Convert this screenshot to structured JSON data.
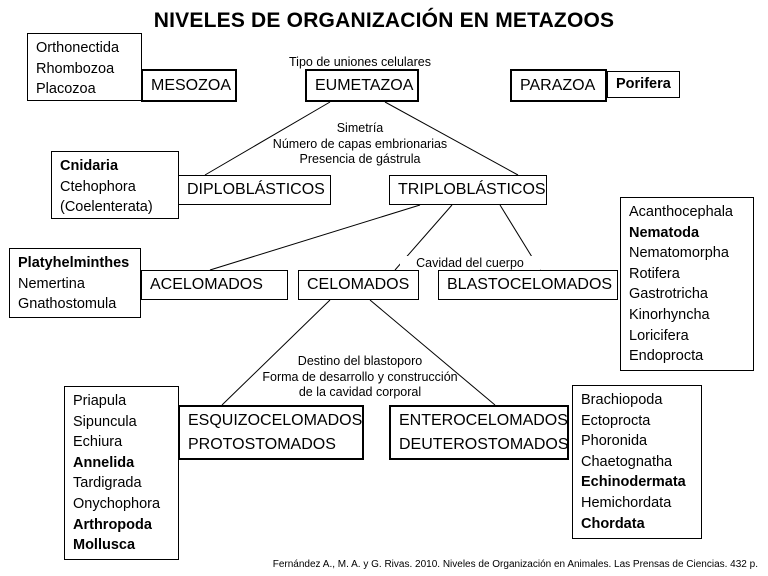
{
  "title": "NIVELES DE ORGANIZACIÓN EN METAZOOS",
  "nodes": {
    "mesozoa": "MESOZOA",
    "eumetazoa": "EUMETAZOA",
    "parazoa": "PARAZOA",
    "diploblasticos": "DIPLOBLÁSTICOS",
    "triploblasticos": "TRIPLOBLÁSTICOS",
    "acelomados": "ACELOMADOS",
    "celomados": "CELOMADOS",
    "blastocelomados": "BLASTOCELOMADOS",
    "esquizocelomados": [
      "ESQUIZOCELOMADOS",
      "PROTOSTOMADOS"
    ],
    "enterocelomados": [
      "ENTEROCELOMADOS",
      "DEUTEROSTOMADOS"
    ]
  },
  "notes": {
    "uniones": "Tipo de uniones celulares",
    "simetria": [
      "Simetría",
      "Número de capas embrionarias",
      "Presencia de gástrula"
    ],
    "cavidad": "Cavidad del cuerpo",
    "blastoporo": [
      "Destino del blastoporo",
      "Forma de desarrollo y construcción",
      "de  la cavidad corporal"
    ]
  },
  "lists": {
    "mesozoa": [
      {
        "text": "Orthonectida",
        "bold": false
      },
      {
        "text": "Rhombozoa",
        "bold": false
      },
      {
        "text": "Placozoa",
        "bold": false
      }
    ],
    "parazoa": [
      {
        "text": "Porifera",
        "bold": true
      }
    ],
    "diploblasticos": [
      {
        "text": "Cnidaria",
        "bold": true
      },
      {
        "text": "Ctehophora",
        "bold": false
      },
      {
        "text": "(Coelenterata)",
        "bold": false
      }
    ],
    "acelomados": [
      {
        "text": "Platyhelminthes",
        "bold": true
      },
      {
        "text": "Nemertina",
        "bold": false
      },
      {
        "text": "Gnathostomula",
        "bold": false
      }
    ],
    "blastocelomados": [
      {
        "text": "Acanthocephala",
        "bold": false
      },
      {
        "text": "Nematoda",
        "bold": true
      },
      {
        "text": "Nematomorpha",
        "bold": false
      },
      {
        "text": "Rotifera",
        "bold": false
      },
      {
        "text": "Gastrotricha",
        "bold": false
      },
      {
        "text": "Kinorhyncha",
        "bold": false
      },
      {
        "text": "Loricifera",
        "bold": false
      },
      {
        "text": "Endoprocta",
        "bold": false
      }
    ],
    "protostomados": [
      {
        "text": "Priapula",
        "bold": false
      },
      {
        "text": "Sipuncula",
        "bold": false
      },
      {
        "text": "Echiura",
        "bold": false
      },
      {
        "text": "Annelida",
        "bold": true
      },
      {
        "text": "Tardigrada",
        "bold": false
      },
      {
        "text": "Onychophora",
        "bold": false
      },
      {
        "text": "Arthropoda",
        "bold": true
      },
      {
        "text": "Mollusca",
        "bold": true
      }
    ],
    "deuterostomados": [
      {
        "text": "Brachiopoda",
        "bold": false
      },
      {
        "text": "Ectoprocta",
        "bold": false
      },
      {
        "text": "Phoronida",
        "bold": false
      },
      {
        "text": "Chaetognatha",
        "bold": false
      },
      {
        "text": "Echinodermata",
        "bold": true
      },
      {
        "text": "Hemichordata",
        "bold": false
      },
      {
        "text": "Chordata",
        "bold": true
      }
    ]
  },
  "citation": "Fernández A., M. A. y G. Rivas. 2010. Niveles de Organización en Animales. Las Prensas de Ciencias. 432 p."
}
